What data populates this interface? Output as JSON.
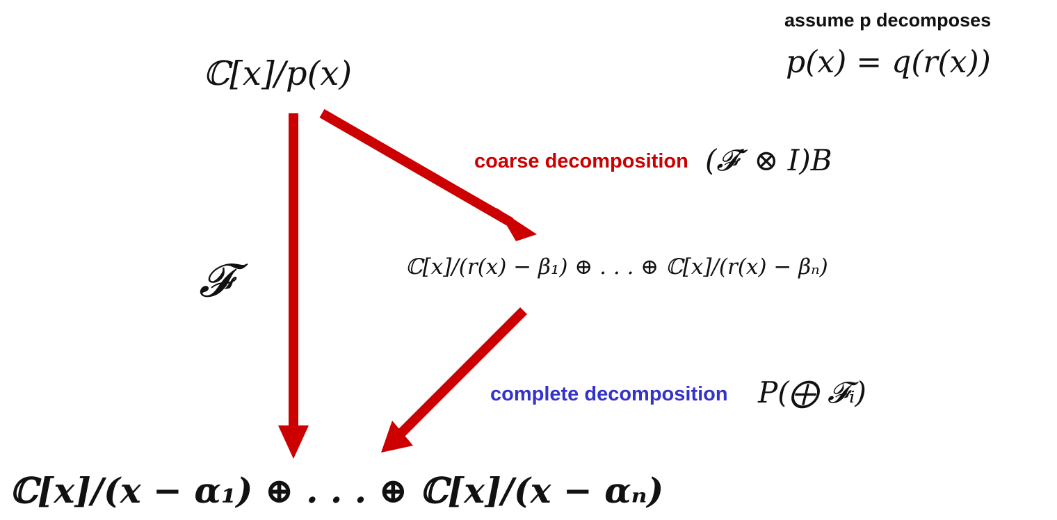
{
  "note": {
    "title": "assume p decomposes",
    "formula": "p(x) = q(r(x))"
  },
  "nodes": {
    "top": "ℂ[x]/p(x)",
    "middle": "ℂ[x]/(r(x) − β₁) ⊕ . . . ⊕ ℂ[x]/(r(x) − βₙ)",
    "bottom": "ℂ[x]/(x − α₁) ⊕ . . . ⊕ ℂ[x]/(x − αₙ)"
  },
  "edges": {
    "direct_symbol": "𝓕",
    "coarse_label": "coarse decomposition",
    "coarse_formula": "(𝓕′ ⊗ I)B",
    "complete_label": "complete decomposition",
    "complete_formula": "P(⨁ 𝓕ᵢ)"
  },
  "colors": {
    "arrow": "#cc0000",
    "coarse_label": "#cc0000",
    "complete_label": "#3333cc",
    "text": "#111111"
  }
}
